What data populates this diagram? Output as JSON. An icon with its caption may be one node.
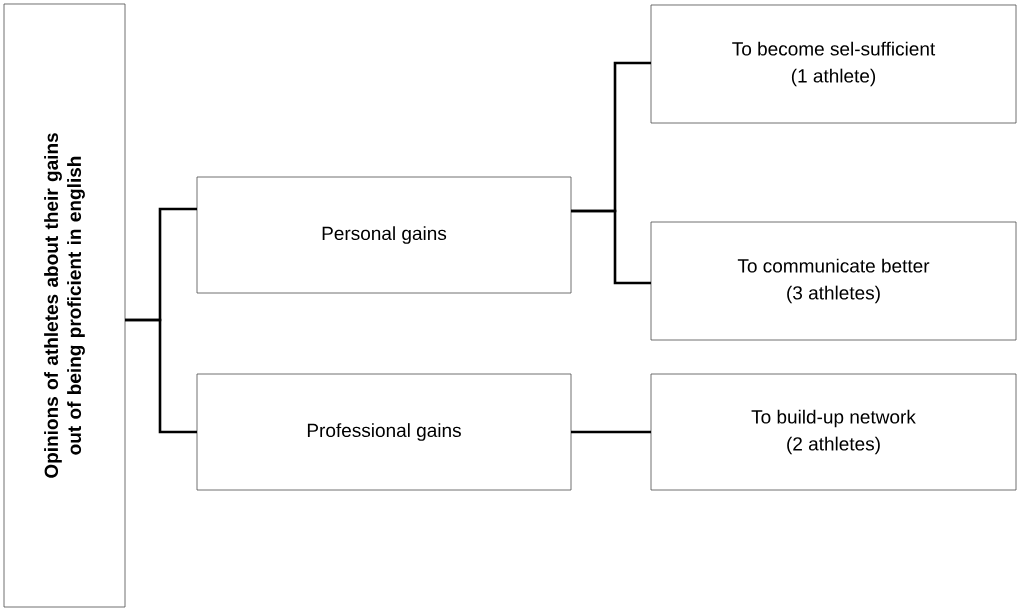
{
  "diagram": {
    "nodes": [
      {
        "text": [
          "Opinions of  athletes about their gains out of being proficient in english"
        ]
      },
      {
        "text": [
          "Personal gains"
        ]
      },
      {
        "text": [
          "Professional gains"
        ]
      },
      {
        "text": [
          "To become sel-sufficient",
          "(1 athlete)"
        ]
      },
      {
        "text": [
          "To communicate better",
          "(3 athletes)"
        ]
      },
      {
        "text": [
          "To build-up network",
          "(2 athletes)"
        ]
      }
    ],
    "edges": [
      {
        "from": 0,
        "to": 1,
        "arrow": "none"
      },
      {
        "from": 0,
        "to": 2,
        "arrow": "none"
      },
      {
        "from": 1,
        "to": 3,
        "arrow": "none"
      },
      {
        "from": 1,
        "to": 4,
        "arrow": "none"
      },
      {
        "from": 2,
        "to": 5,
        "arrow": "none"
      }
    ]
  }
}
